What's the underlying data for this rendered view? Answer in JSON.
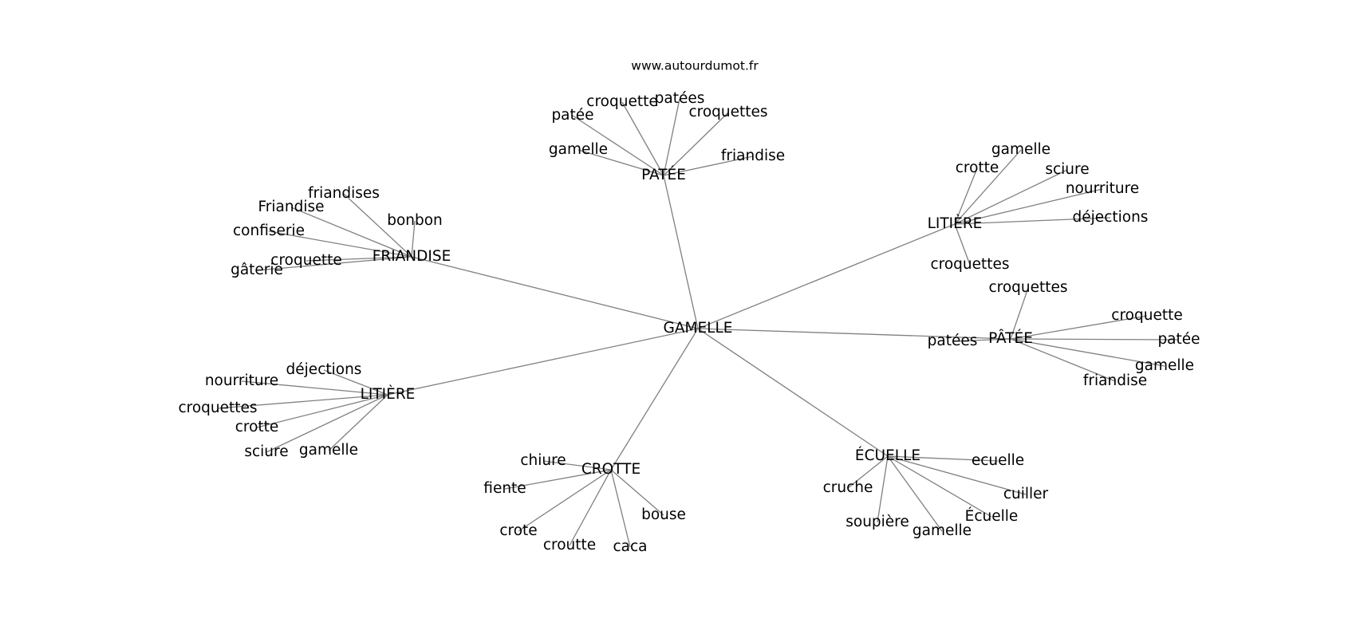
{
  "watermark": "www.autourdumot.fr",
  "center": "GAMELLE",
  "clusters": [
    {
      "id": "patee-top",
      "label": "PATÉE",
      "children": [
        "patée",
        "croquette",
        "patées",
        "croquettes",
        "gamelle",
        "friandise"
      ]
    },
    {
      "id": "friandise",
      "label": "FRIANDISE",
      "children": [
        "friandises",
        "Friandise",
        "bonbon",
        "confiserie",
        "croquette",
        "gâterie"
      ]
    },
    {
      "id": "litiere-right",
      "label": "LITIÈRE",
      "children": [
        "gamelle",
        "crotte",
        "sciure",
        "nourriture",
        "déjections",
        "croquettes"
      ]
    },
    {
      "id": "patee-right",
      "label": "PÂTÉE",
      "children": [
        "croquettes",
        "croquette",
        "patées",
        "patée",
        "gamelle",
        "friandise"
      ]
    },
    {
      "id": "litiere-left",
      "label": "LITIÈRE",
      "children": [
        "déjections",
        "nourriture",
        "croquettes",
        "crotte",
        "sciure",
        "gamelle"
      ]
    },
    {
      "id": "crotte",
      "label": "CROTTE",
      "children": [
        "chiure",
        "fiente",
        "crote",
        "croutte",
        "caca",
        "bouse"
      ]
    },
    {
      "id": "ecuelle",
      "label": "ÉCUELLE",
      "children": [
        "ecuelle",
        "cruche",
        "cuiller",
        "soupière",
        "gamelle",
        "Écuelle"
      ]
    }
  ]
}
